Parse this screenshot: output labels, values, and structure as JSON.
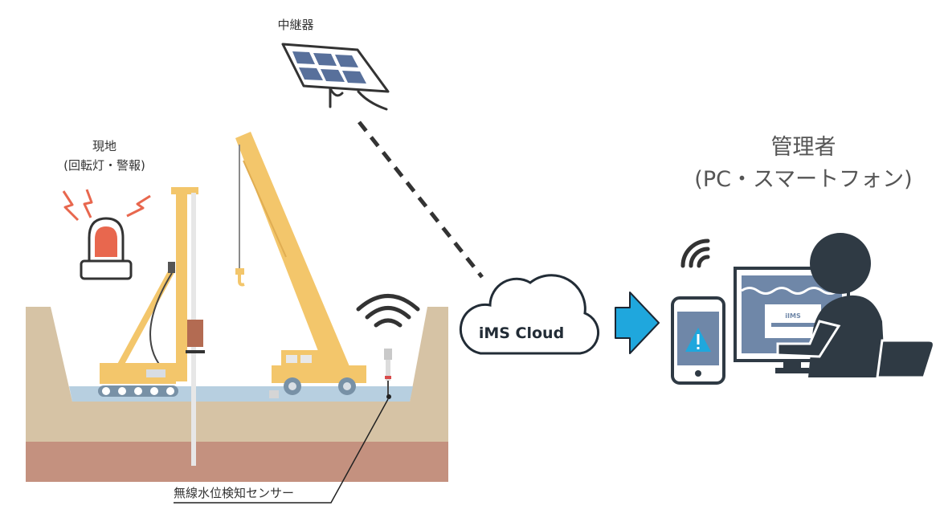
{
  "labels": {
    "repeater": "中継器",
    "site_line1": "現地",
    "site_line2": "(回転灯・警報)",
    "manager_line1": "管理者",
    "manager_line2": "(PC・スマートフォン)",
    "sensor": "無線水位検知センサー",
    "cloud": "iMS Cloud",
    "monitor_brand": "iIMS"
  },
  "colors": {
    "soil_tan": "#d6c3a5",
    "soil_deep": "#c4917f",
    "water": "#b7cfe0",
    "machine_yellow": "#f3c66b",
    "alert_red": "#e8674e",
    "arrow_blue": "#1fa7dd",
    "cloud_stroke": "#222c36",
    "person_dark": "#2f3a44",
    "monitor_blue": "#6f87a8",
    "panel_blue": "#58709b"
  }
}
